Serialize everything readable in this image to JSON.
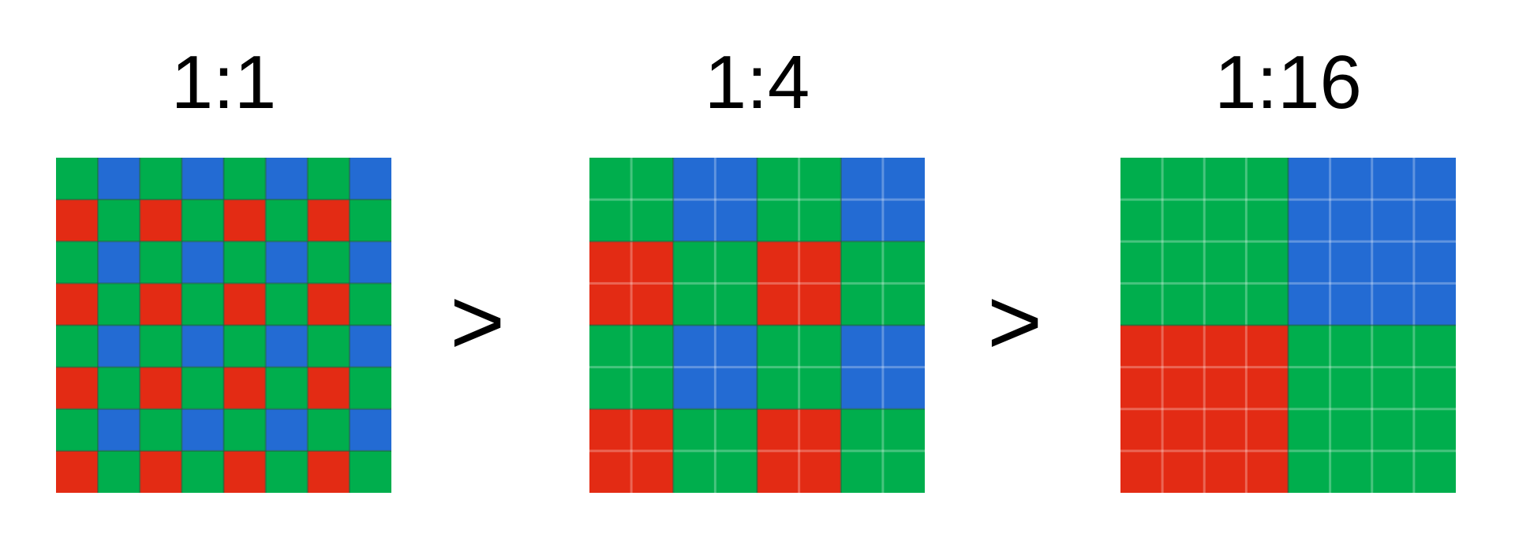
{
  "labels": [
    "1:1",
    "1:4",
    "1:16"
  ],
  "separators": [
    ">",
    ">"
  ],
  "colors": {
    "green": "#00AE4D",
    "blue": "#236BD3",
    "red": "#E32B14",
    "cell_border_dark": "#1f5f3a",
    "subpixel_line": "rgba(255,255,255,0.28)"
  },
  "panels": [
    {
      "ratio": "1:1",
      "binning": 1
    },
    {
      "ratio": "1:4",
      "binning": 2
    },
    {
      "ratio": "1:16",
      "binning": 4
    }
  ]
}
